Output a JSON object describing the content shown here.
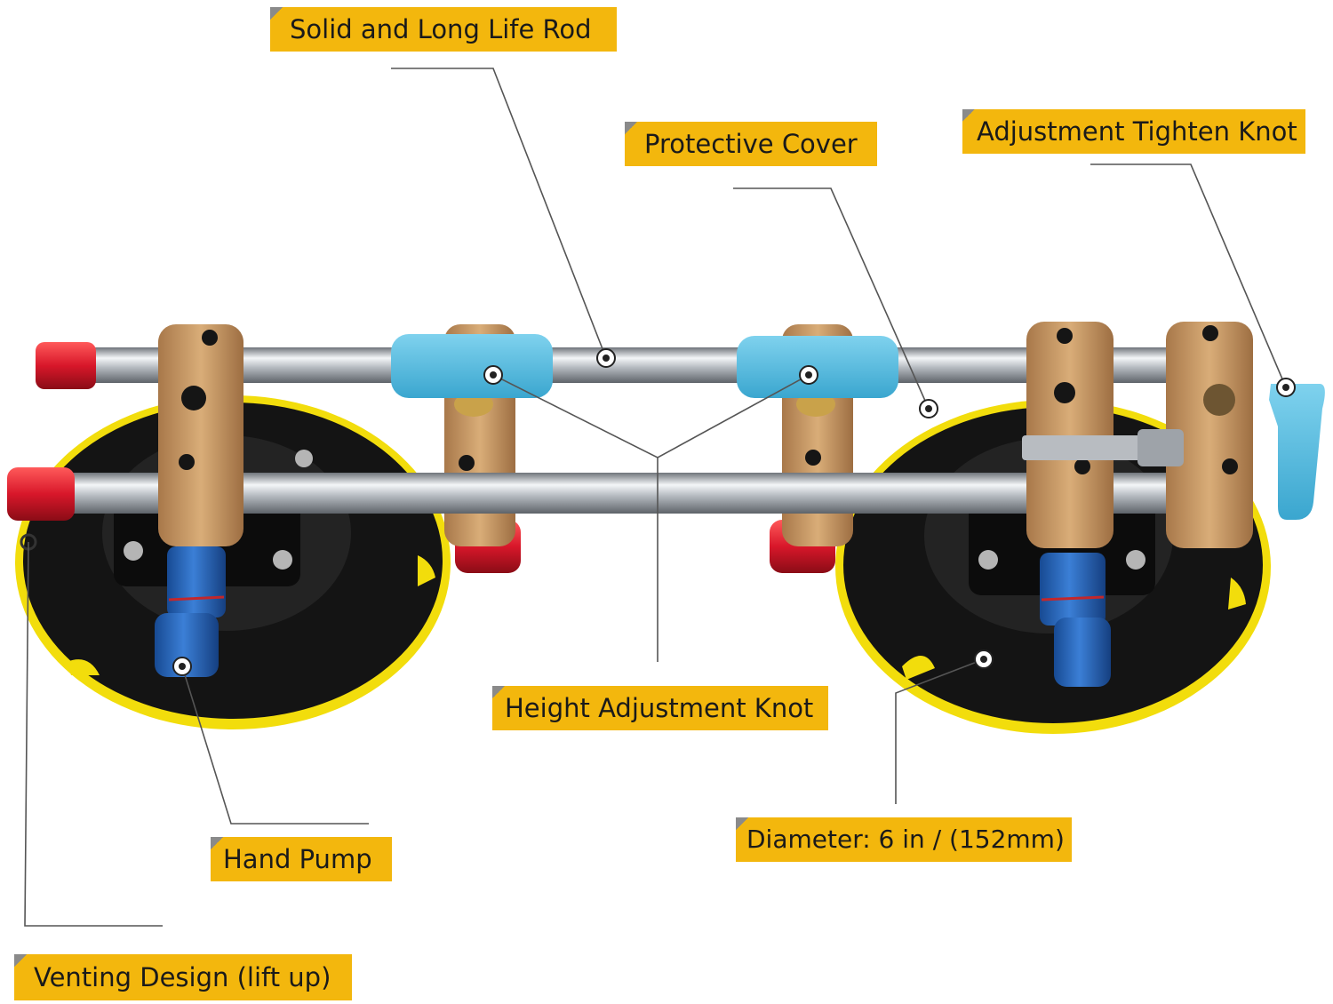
{
  "labels": {
    "rod": "Solid and Long Life Rod",
    "cover": "Protective Cover",
    "tighten_knot": "Adjustment Tighten Knot",
    "height_knot": "Height Adjustment Knot",
    "diameter": "Diameter: 6 in / (152mm)",
    "hand_pump": "Hand Pump",
    "venting": "Venting Design (lift up)"
  },
  "colors": {
    "label_bg": "#f3b70d",
    "yellow_ring": "#f2dd0c",
    "rubber": "#141414",
    "bronze": "#c99a63",
    "chrome": "#c7cbd0",
    "red_cap": "#d8172a",
    "blue_pump": "#1f5fb8",
    "cyan_cover": "#52b9de"
  }
}
